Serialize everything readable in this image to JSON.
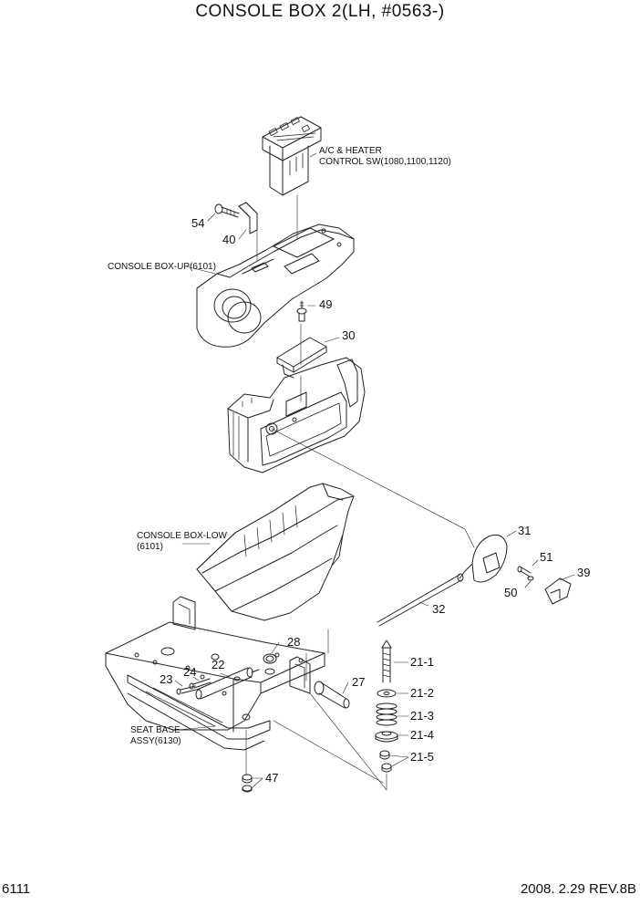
{
  "title": "CONSOLE BOX 2(LH, #0563-)",
  "footer": {
    "page": "6111",
    "revision": "2008. 2.29 REV.8B"
  },
  "labels": {
    "ac_heater_1": "A/C & HEATER",
    "ac_heater_2": "CONTROL SW(1080,1100,1120)",
    "console_up": "CONSOLE BOX-UP(6101)",
    "console_low_1": "CONSOLE BOX-LOW",
    "console_low_2": "(6101)",
    "seat_base_1": "SEAT BASE",
    "seat_base_2": "ASSY(6130)"
  },
  "callouts": {
    "p54": "54",
    "p40": "40",
    "p49": "49",
    "p30": "30",
    "p31": "31",
    "p51": "51",
    "p39": "39",
    "p50": "50",
    "p32": "32",
    "p28": "28",
    "p22": "22",
    "p24": "24",
    "p23": "23",
    "p27": "27",
    "p21_1": "21-1",
    "p21_2": "21-2",
    "p21_3": "21-3",
    "p21_4": "21-4",
    "p21_5": "21-5",
    "p47": "47"
  }
}
